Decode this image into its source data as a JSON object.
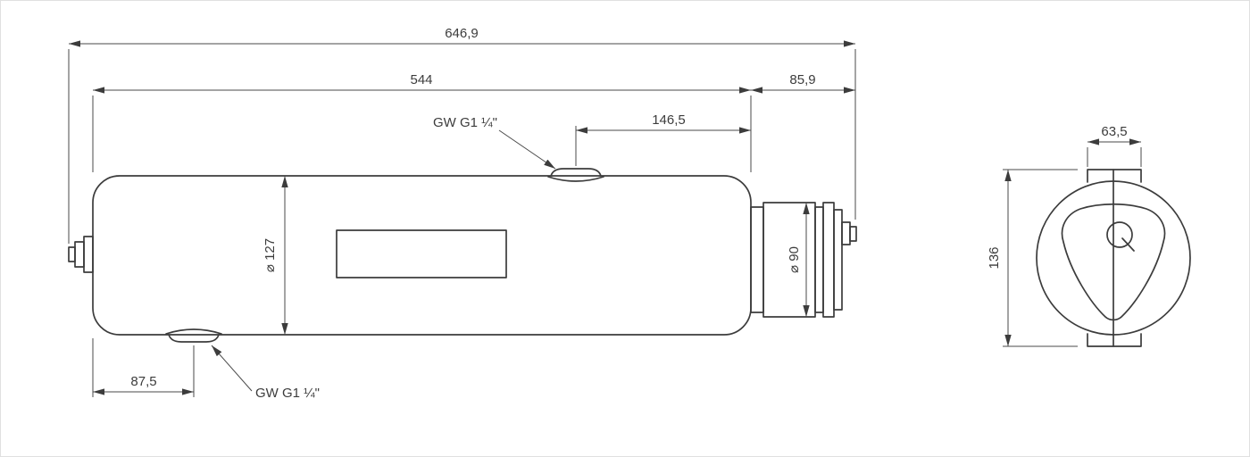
{
  "drawing": {
    "side_view": {
      "dims": {
        "overall_length": "646,9",
        "body_length": "544",
        "end_length": "85,9",
        "top_port_offset": "146,5",
        "body_diameter": "⌀ 127",
        "coupling_diameter": "⌀ 90",
        "bottom_port_offset": "87,5"
      },
      "ports": {
        "top_thread": "GW G1 ¼\"",
        "bottom_thread": "GW G1 ¼\""
      }
    },
    "end_view": {
      "dims": {
        "width": "63,5",
        "height": "136"
      }
    },
    "colors": {
      "line": "#3c3c3c",
      "background": "#ffffff"
    }
  }
}
